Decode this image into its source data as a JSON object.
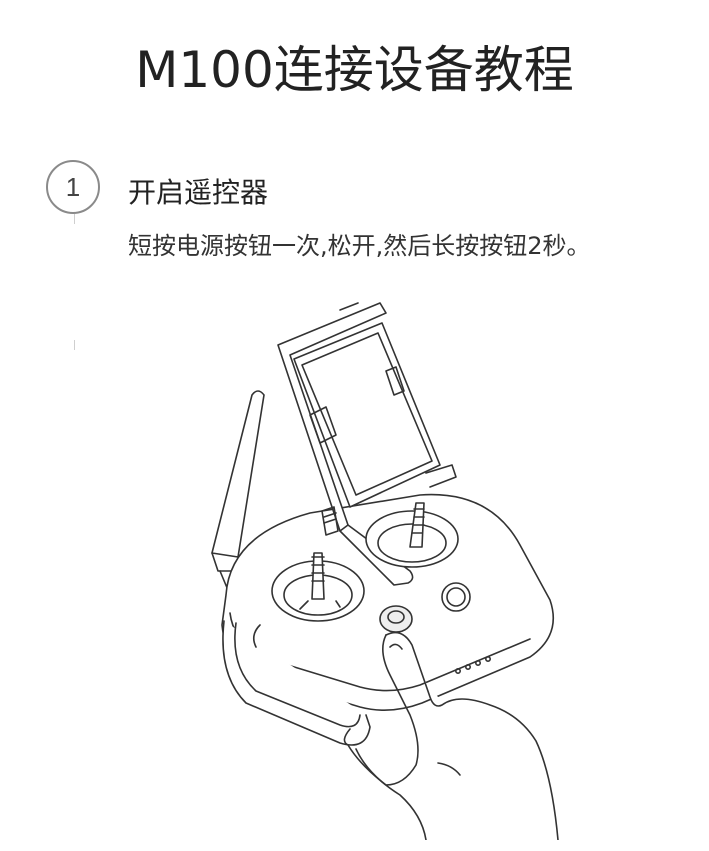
{
  "title": "M100连接设备教程",
  "step": {
    "number": "1",
    "title": "开启遥控器",
    "description": "短按电源按钮一次,松开,然后长按按钮2秒。"
  },
  "illustration": {
    "name": "remote-controller-power-button",
    "stroke_color": "#333333"
  }
}
